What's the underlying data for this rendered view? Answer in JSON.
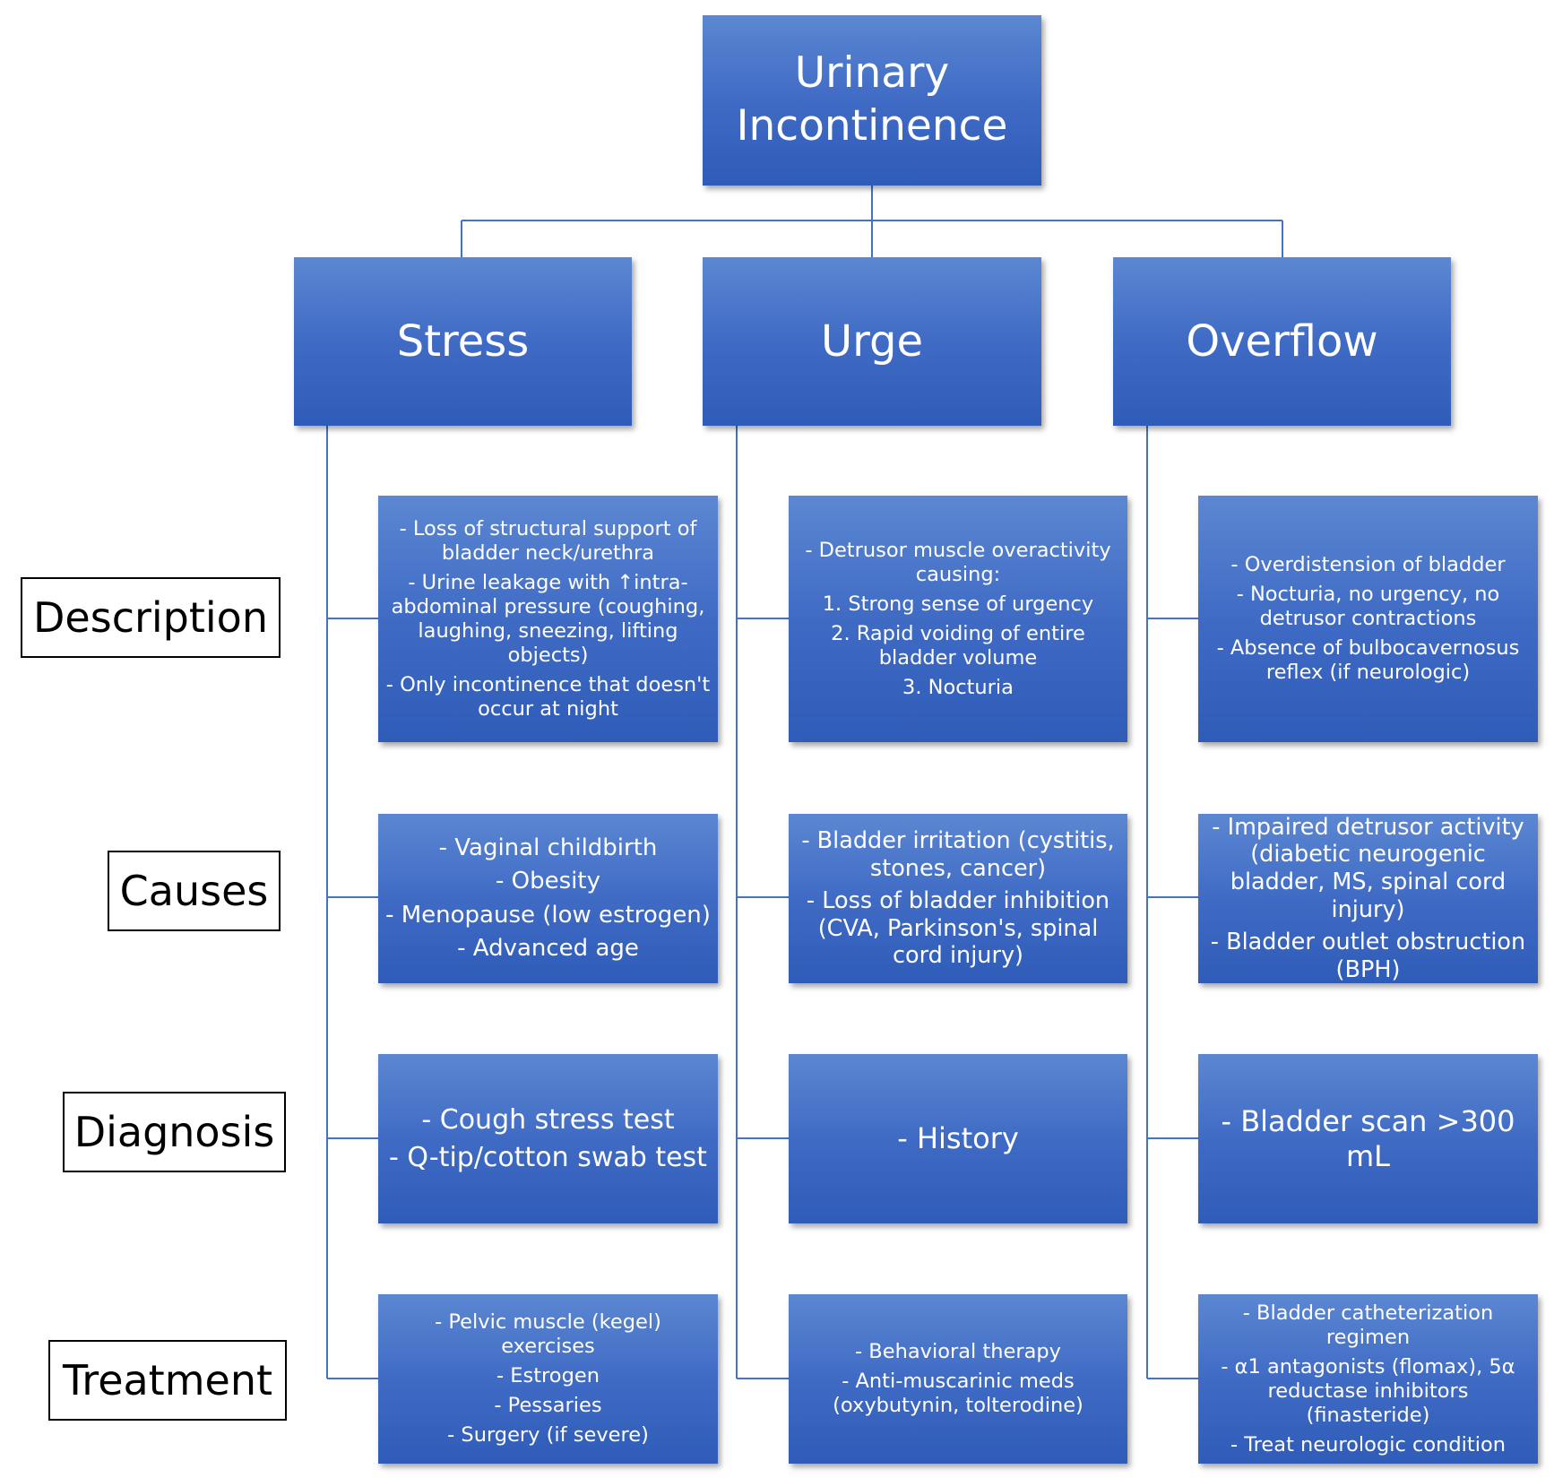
{
  "root": {
    "lines": [
      "Urinary",
      "Incontinence"
    ]
  },
  "columns": [
    {
      "heading": "Stress"
    },
    {
      "heading": "Urge"
    },
    {
      "heading": "Overflow"
    }
  ],
  "row_labels": [
    "Description",
    "Causes",
    "Diagnosis",
    "Treatment"
  ],
  "cells": {
    "stress": {
      "description": [
        "- Loss of structural support of bladder neck/urethra",
        "- Urine leakage with ↑intra-abdominal pressure (coughing, laughing, sneezing, lifting objects)",
        "- Only incontinence that doesn't occur at night"
      ],
      "causes": [
        "- Vaginal childbirth",
        "- Obesity",
        "- Menopause (low estrogen)",
        "- Advanced age"
      ],
      "diagnosis": [
        "- Cough stress test",
        "- Q-tip/cotton swab test"
      ],
      "treatment": [
        "- Pelvic muscle (kegel) exercises",
        "- Estrogen",
        "- Pessaries",
        "- Surgery (if severe)"
      ]
    },
    "urge": {
      "description": [
        "- Detrusor muscle overactivity causing:",
        "1. Strong sense of urgency",
        "2. Rapid voiding of entire bladder volume",
        "3. Nocturia"
      ],
      "causes": [
        "- Bladder irritation (cystitis, stones, cancer)",
        "- Loss of bladder inhibition (CVA, Parkinson's, spinal cord injury)"
      ],
      "diagnosis": [
        "- History"
      ],
      "treatment": [
        "- Behavioral therapy",
        "- Anti-muscarinic meds (oxybutynin, tolterodine)"
      ]
    },
    "overflow": {
      "description": [
        "- Overdistension of bladder",
        "- Nocturia, no urgency, no detrusor contractions",
        "- Absence of bulbocavernosus reflex (if neurologic)"
      ],
      "causes": [
        "- Impaired detrusor activity (diabetic neurogenic bladder, MS, spinal cord injury)",
        "- Bladder outlet obstruction (BPH)"
      ],
      "diagnosis": [
        "- Bladder scan >300 mL"
      ],
      "treatment": [
        "- Bladder catheterization regimen",
        "- α1 antagonists (flomax), 5α reductase inhibitors (finasteride)",
        "- Treat neurologic condition"
      ]
    }
  },
  "colors": {
    "box_top": "#5c87d2",
    "box_bottom": "#2f5cb8",
    "connector": "#4472c4",
    "label_border": "#000000"
  }
}
